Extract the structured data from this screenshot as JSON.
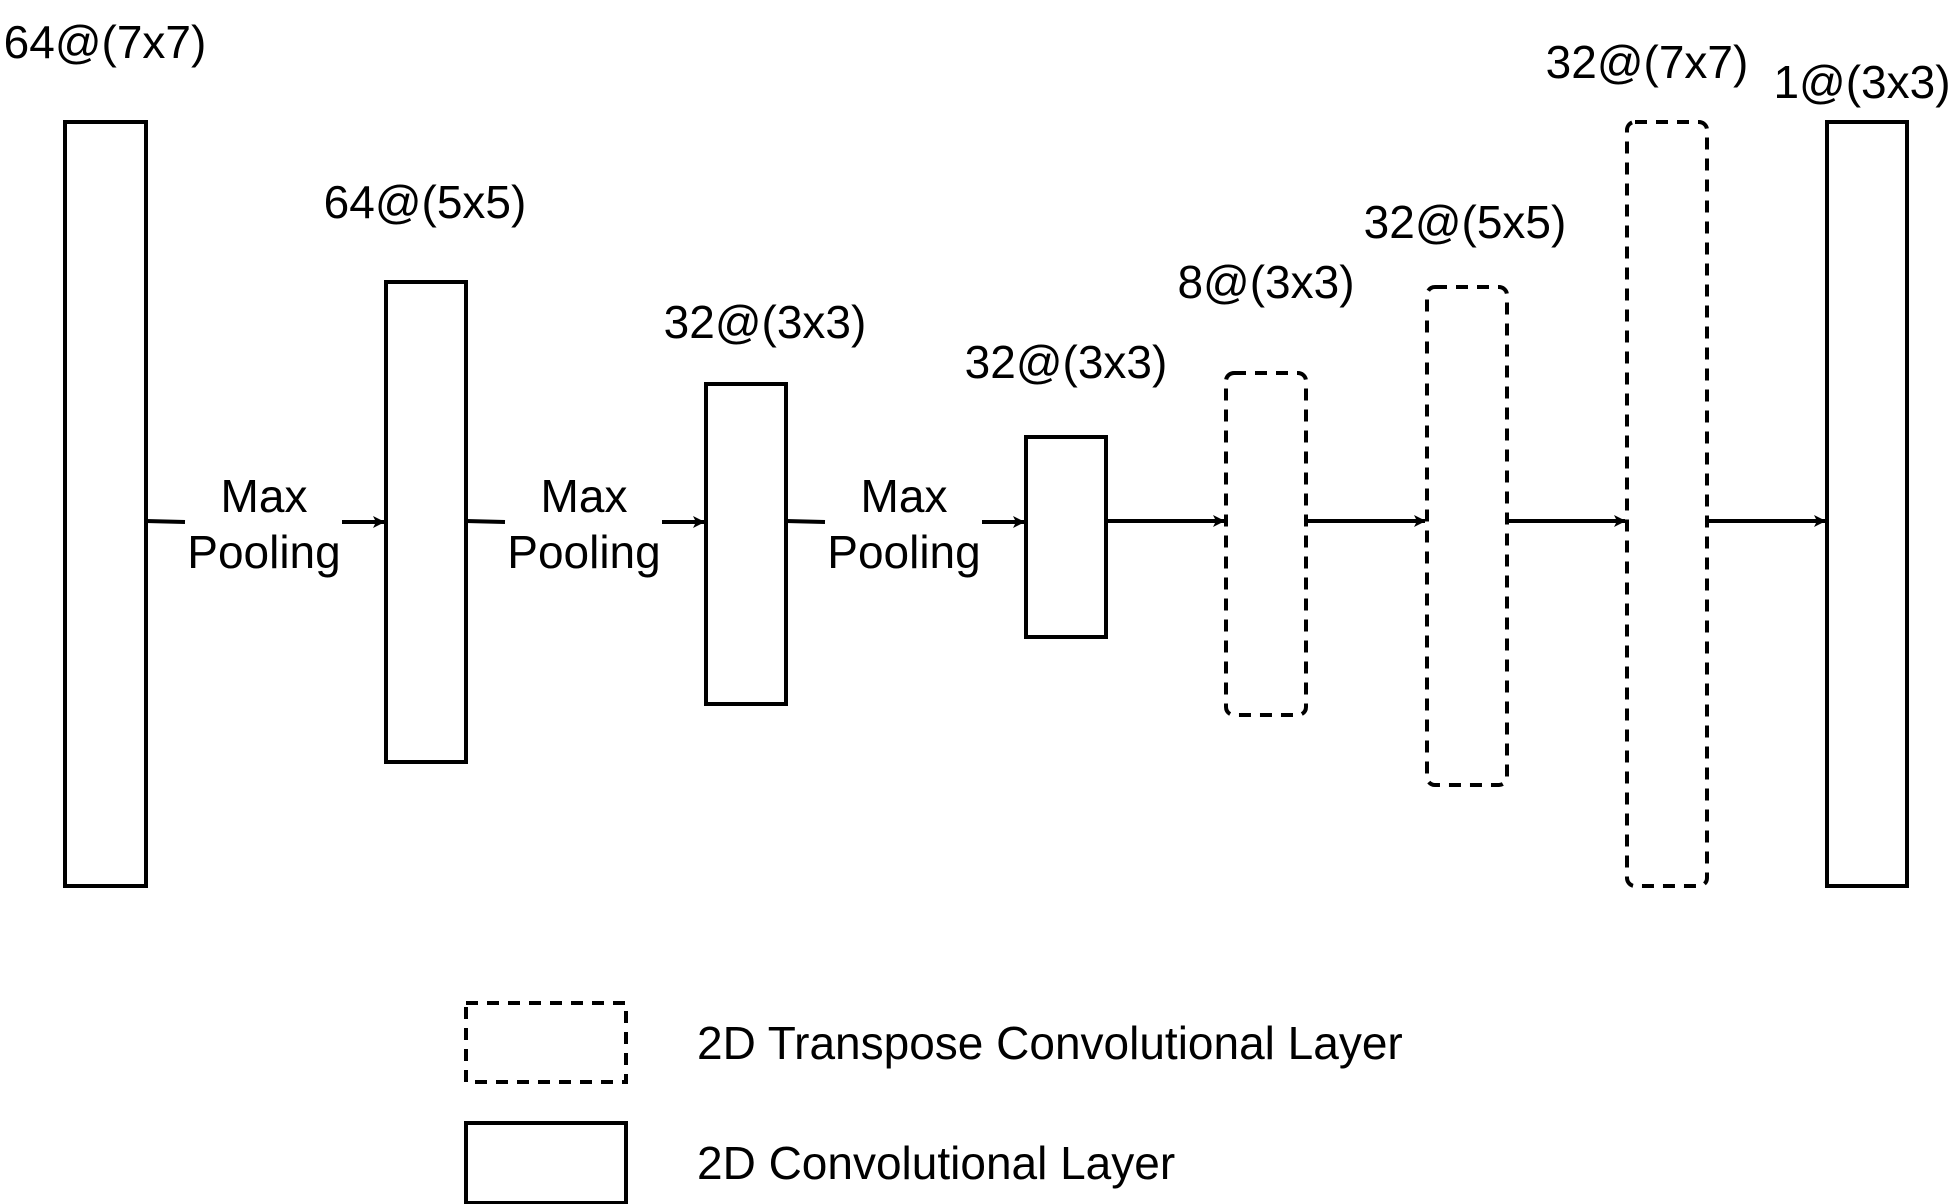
{
  "colors": {
    "stroke": "#000000",
    "fill": "#ffffff"
  },
  "layers": [
    {
      "id": "conv1",
      "label": "64@(7x7)",
      "kind": "conv"
    },
    {
      "id": "conv2",
      "label": "64@(5x5)",
      "kind": "conv"
    },
    {
      "id": "conv3",
      "label": "32@(3x3)",
      "kind": "conv"
    },
    {
      "id": "conv4",
      "label": "32@(3x3)",
      "kind": "conv"
    },
    {
      "id": "tconv1",
      "label": "8@(3x3)",
      "kind": "transpose"
    },
    {
      "id": "tconv2",
      "label": "32@(5x5)",
      "kind": "transpose"
    },
    {
      "id": "tconv3",
      "label": "32@(7x7)",
      "kind": "transpose"
    },
    {
      "id": "conv5",
      "label": "1@(3x3)",
      "kind": "conv"
    }
  ],
  "edges": [
    {
      "from": "conv1",
      "to": "conv2",
      "label_line1": "Max",
      "label_line2": "Pooling"
    },
    {
      "from": "conv2",
      "to": "conv3",
      "label_line1": "Max",
      "label_line2": "Pooling"
    },
    {
      "from": "conv3",
      "to": "conv4",
      "label_line1": "Max",
      "label_line2": "Pooling"
    },
    {
      "from": "conv4",
      "to": "tconv1",
      "label_line1": "",
      "label_line2": ""
    },
    {
      "from": "tconv1",
      "to": "tconv2",
      "label_line1": "",
      "label_line2": ""
    },
    {
      "from": "tconv2",
      "to": "tconv3",
      "label_line1": "",
      "label_line2": ""
    },
    {
      "from": "tconv3",
      "to": "conv5",
      "label_line1": "",
      "label_line2": ""
    }
  ],
  "legend": [
    {
      "kind": "transpose",
      "label": "2D Transpose Convolutional Layer"
    },
    {
      "kind": "conv",
      "label": "2D Convolutional Layer"
    }
  ]
}
